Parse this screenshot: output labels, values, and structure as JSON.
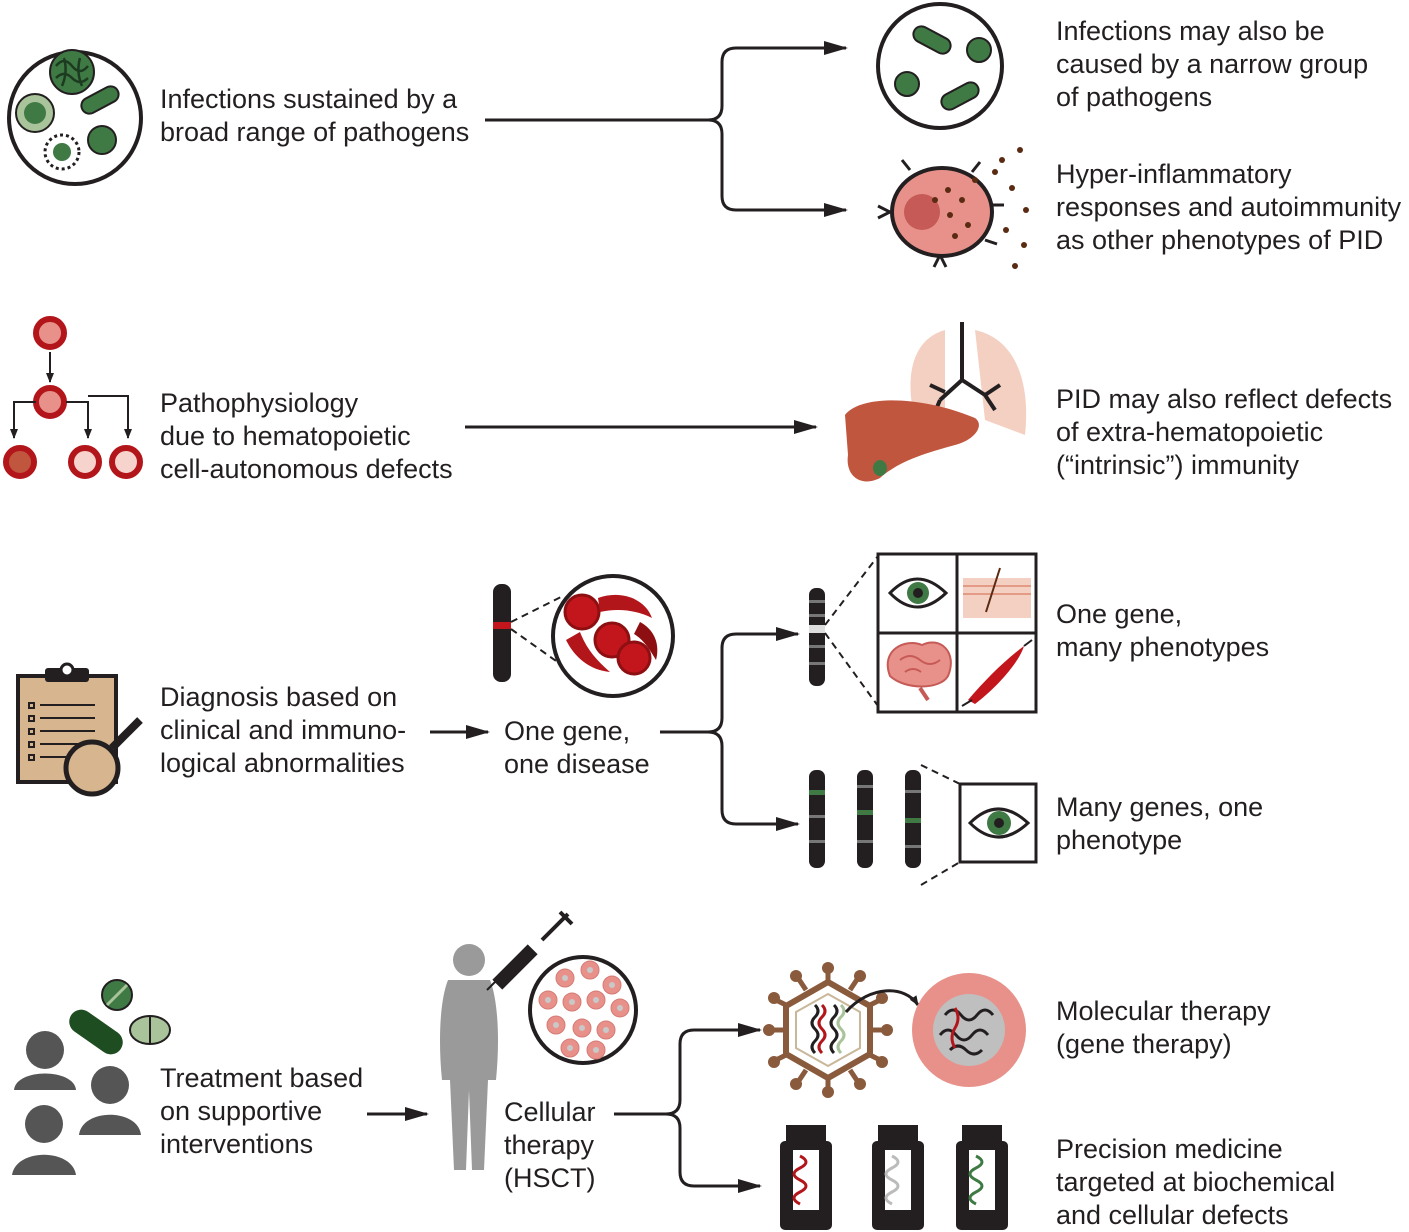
{
  "rows": {
    "infections": {
      "left_text": "Infections sustained by a\nbroad range of pathogens",
      "branch_top_text": "Infections may also be\ncaused by a narrow group\nof pathogens",
      "branch_bottom_text": "Hyper-inflammatory\nresponses and autoimmunity\nas other phenotypes of PID"
    },
    "pathophysiology": {
      "left_text": "Pathophysiology\ndue to hematopoietic\ncell-autonomous defects",
      "right_text": "PID may also reflect defects\nof extra-hematopoietic\n(“intrinsic”) immunity"
    },
    "diagnosis": {
      "left_text": "Diagnosis based on\nclinical and immuno-\nlogical abnormalities",
      "middle_text": "One gene,\none disease",
      "branch_top_text": "One gene,\nmany phenotypes",
      "branch_bottom_text": "Many genes, one\nphenotype"
    },
    "treatment": {
      "left_text": "Treatment based\non supportive\ninterventions",
      "middle_text": "Cellular\ntherapy\n(HSCT)",
      "branch_top_text": "Molecular therapy\n(gene therapy)",
      "branch_bottom_text": "Precision medicine\ntargeted at biochemical\nand cellular defects"
    }
  },
  "icons": [
    "broad-pathogens-icon",
    "narrow-pathogens-icon",
    "inflammatory-cell-icon",
    "hematopoietic-lineage-icon",
    "liver-lung-icon",
    "clipboard-magnifier-icon",
    "chromosome-icon",
    "sickle-cells-icon",
    "phenotype-grid-icon",
    "eye-icon",
    "pills-icon",
    "people-icon",
    "human-figure-icon",
    "syringe-icon",
    "stem-cells-icon",
    "viral-vector-icon",
    "target-cell-icon",
    "medicine-bottle-icon"
  ],
  "colors": {
    "pathogen_green": "#3f7a45",
    "light_green": "#a9c49a",
    "blood_red": "#b2161b",
    "cell_pink": "#e8918a",
    "liver_brown": "#c1563f",
    "lung_pink": "#f4d0c2",
    "virus_brown": "#8a5a3c",
    "ink": "#231f20"
  }
}
